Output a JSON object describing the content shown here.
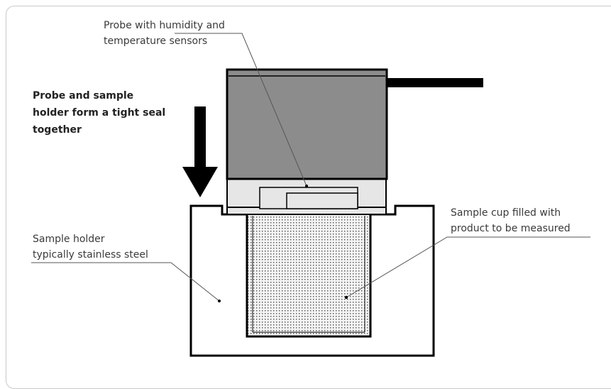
{
  "labels": {
    "probe_line1": "Probe with humidity and",
    "probe_line2": "temperature sensors",
    "seal_line1": "Probe and sample",
    "seal_line2": "holder form a tight seal",
    "seal_line3": "together",
    "holder_line1": "Sample holder",
    "holder_line2": "typically stainless steel",
    "cup_line1": "Sample cup filled with",
    "cup_line2": "product to be measured"
  },
  "colors": {
    "probe_body": "#8c8c8c",
    "probe_head": "#e6e6e6",
    "outline": "#000000",
    "leader": "#555555",
    "frame": "#c9c9c9"
  }
}
